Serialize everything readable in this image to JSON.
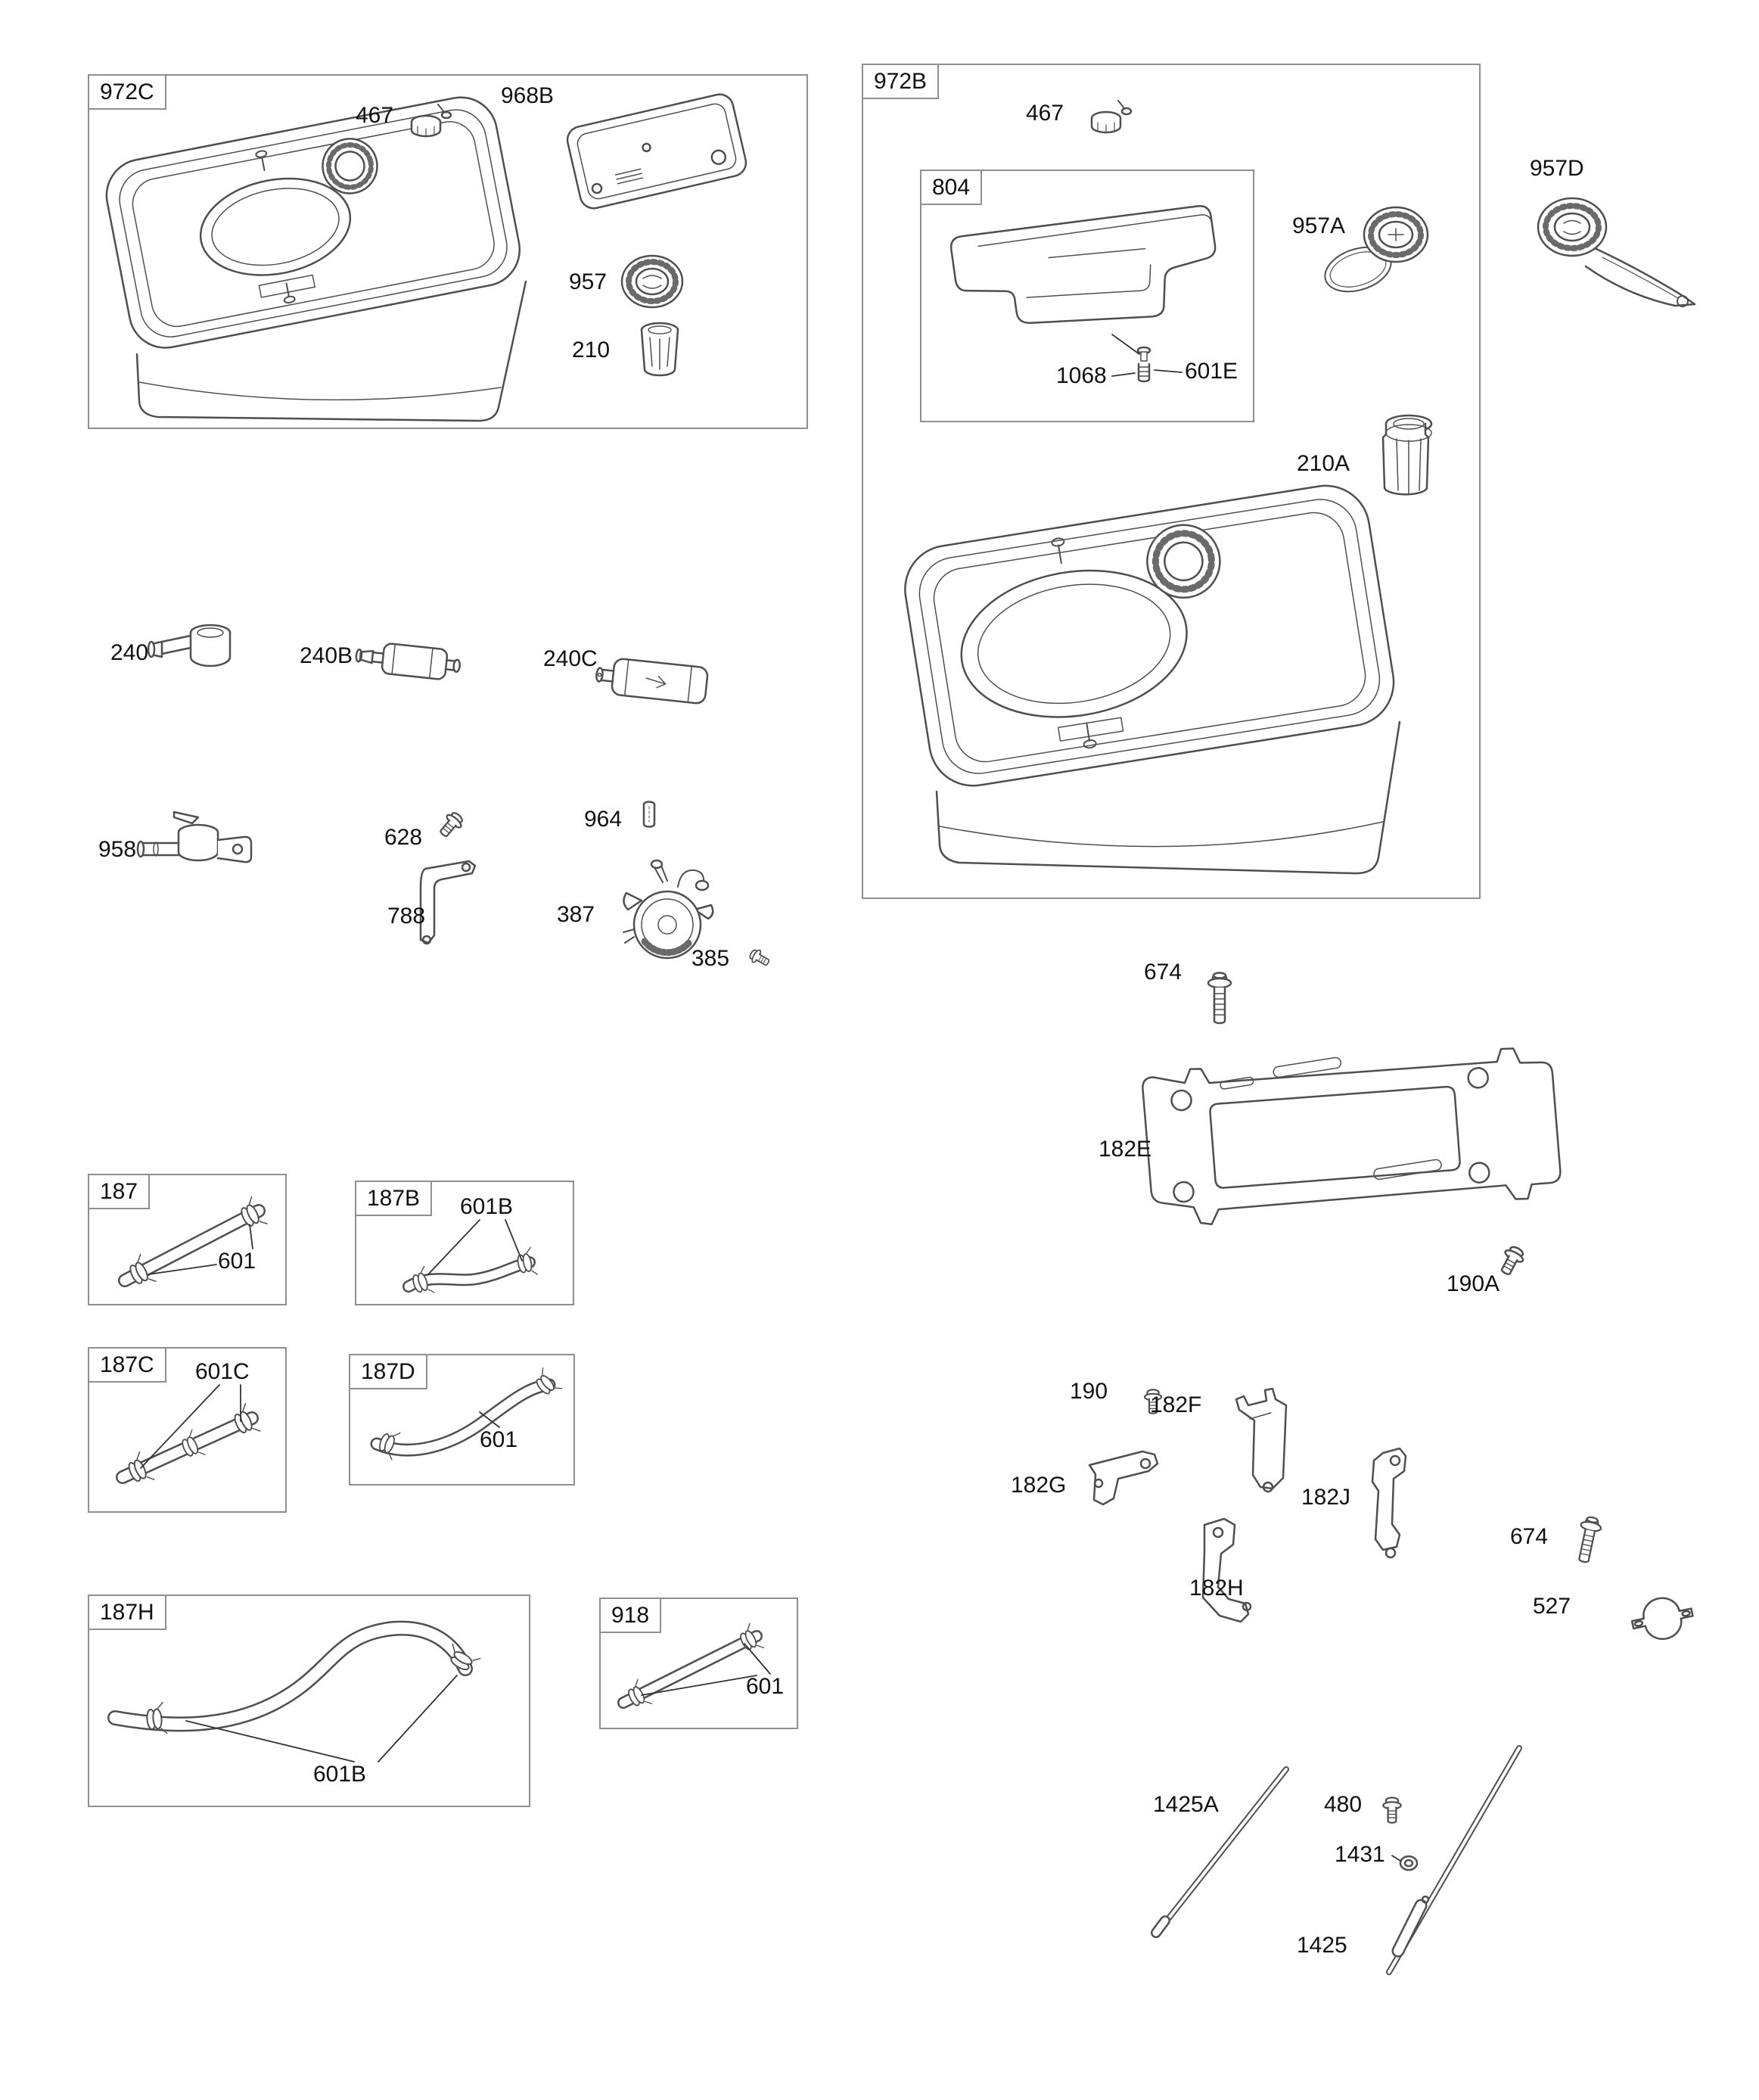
{
  "callouts": {
    "b972C": "972C",
    "b972B": "972B",
    "b804": "804",
    "b187": "187",
    "b187B": "187B",
    "b187C": "187C",
    "b187D": "187D",
    "b187H": "187H",
    "b918": "918"
  },
  "parts": {
    "p467_left": "467",
    "p968B": "968B",
    "p957": "957",
    "p210": "210",
    "p467_right": "467",
    "p1068": "1068",
    "p601E": "601E",
    "p957A": "957A",
    "p957D": "957D",
    "p210A": "210A",
    "p240": "240",
    "p240B": "240B",
    "p240C": "240C",
    "p958": "958",
    "p628": "628",
    "p788": "788",
    "p964": "964",
    "p387": "387",
    "p385": "385",
    "p674_top": "674",
    "p182E": "182E",
    "p190A": "190A",
    "p601_187": "601",
    "p601B_187B": "601B",
    "p601C": "601C",
    "p601_187D": "601",
    "p601B_187H": "601B",
    "p601_918": "601",
    "p190": "190",
    "p182F": "182F",
    "p182G": "182G",
    "p182J": "182J",
    "p182H": "182H",
    "p674_bottom": "674",
    "p527": "527",
    "p1425A": "1425A",
    "p480": "480",
    "p1431": "1431",
    "p1425": "1425"
  },
  "colors": {
    "line_art": "#4f4f4f",
    "rib_detail": "#6a6a6a",
    "label_text": "#111111",
    "callout_border": "#8f8f8f",
    "background": "#ffffff"
  }
}
